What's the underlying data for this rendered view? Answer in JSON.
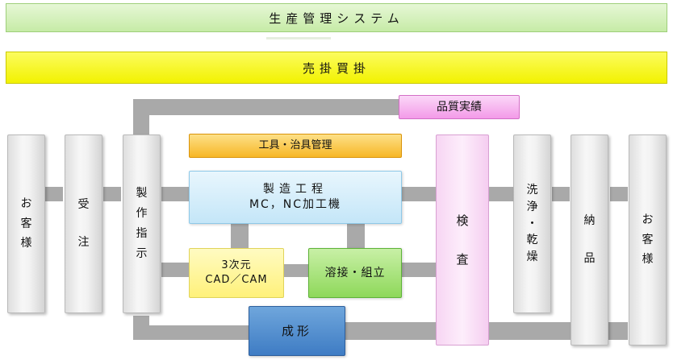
{
  "banners": {
    "production_system": "生産管理システム",
    "sales_purchase": "売掛買掛"
  },
  "columns": {
    "customer_left": [
      "お",
      "客",
      "様"
    ],
    "order": [
      "受",
      "注"
    ],
    "production_instruction": [
      "製",
      "作",
      "指",
      "示"
    ],
    "inspection": [
      "検",
      "査"
    ],
    "wash_dry": [
      "洗",
      "浄",
      "・",
      "乾",
      "燥"
    ],
    "delivery": [
      "納",
      "品"
    ],
    "customer_right": [
      "お",
      "客",
      "様"
    ]
  },
  "boxes": {
    "quality_record": "品質実績",
    "tool_jig_management": "工具・治具管理",
    "manufacturing_line1": "製造工程",
    "manufacturing_line2": "MC，NC加工機",
    "cad_cam_line1": "3次元",
    "cad_cam_line2": "CAD／CAM",
    "welding_assembly": "溶接・組立",
    "forming": "成形"
  },
  "colors": {
    "system_banner": "#c6eba6",
    "sales_banner": "#f2f200",
    "quality_record": "#f39ae8",
    "tool_jig": "#f7b726",
    "manufacturing": "#c4e6f8",
    "cad_cam": "#fff17a",
    "welding": "#8ed85a",
    "forming": "#3e7cc4",
    "inspection": "#fdeefb",
    "connector": "#a9a9a9"
  }
}
